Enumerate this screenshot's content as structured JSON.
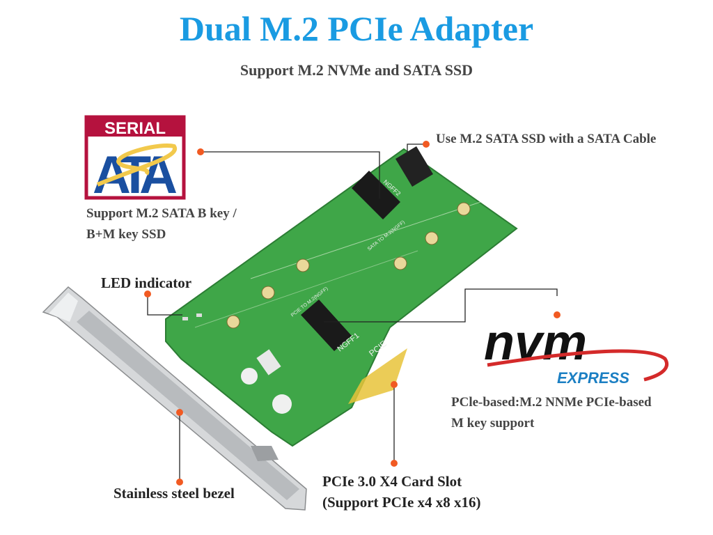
{
  "title": "Dual M.2 PCIe Adapter",
  "subtitle": "Support M.2 NVMe and SATA SSD",
  "callouts": {
    "sata_cable": "Use M.2 SATA SSD with a SATA Cable",
    "sata_key_line1": "Support M.2 SATA B key /",
    "sata_key_line2": "B+M key SSD",
    "led": "LED indicator",
    "nvme_line1": "PCle-based:M.2 NNMe PCIe-based",
    "nvme_line2": "M key support",
    "slot_line1": "PCIe 3.0 X4 Card Slot",
    "slot_line2": "(Support PCIe x4 x8 x16)",
    "bezel": "Stainless steel bezel"
  },
  "logos": {
    "sata_top": "SERIAL",
    "sata_main": "ATA",
    "nvm_main": "nvm",
    "nvm_sub": "EXPRESS"
  },
  "board_labels": {
    "ngff1": "NGFF1",
    "ngff2": "NGFF2",
    "pcie": "PCIE",
    "sata_to_m2": "SATA TO M.2(NGFF)",
    "pcie_to_m2": "PCIE TO M.2(NGFF)"
  },
  "colors": {
    "title": "#1a9be2",
    "accent_dot": "#f15a22",
    "board": "#3fa648"
  }
}
